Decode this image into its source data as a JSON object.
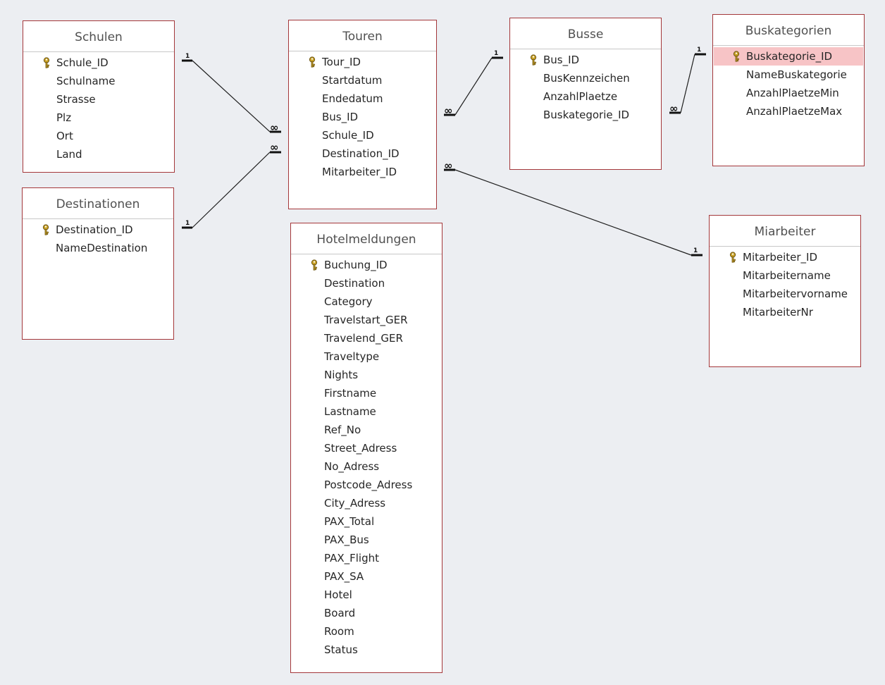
{
  "relation_markers": {
    "one": "1",
    "many": "∞"
  },
  "colors": {
    "canvas_background": "#eceef2",
    "table_border": "#a4373a",
    "selected_field": "#f7c4c6",
    "key_icon": "#c9a227"
  },
  "tables": [
    {
      "id": "schulen",
      "title": "Schulen",
      "fields": [
        {
          "name": "Schule_ID",
          "key": true
        },
        {
          "name": "Schulname"
        },
        {
          "name": "Strasse"
        },
        {
          "name": "Plz"
        },
        {
          "name": "Ort"
        },
        {
          "name": "Land"
        }
      ]
    },
    {
      "id": "destinationen",
      "title": "Destinationen",
      "fields": [
        {
          "name": "Destination_ID",
          "key": true
        },
        {
          "name": "NameDestination"
        }
      ]
    },
    {
      "id": "touren",
      "title": "Touren",
      "fields": [
        {
          "name": "Tour_ID",
          "key": true
        },
        {
          "name": "Startdatum"
        },
        {
          "name": "Endedatum"
        },
        {
          "name": "Bus_ID"
        },
        {
          "name": "Schule_ID"
        },
        {
          "name": "Destination_ID"
        },
        {
          "name": "Mitarbeiter_ID"
        }
      ]
    },
    {
      "id": "hotelmeldungen",
      "title": "Hotelmeldungen",
      "fields": [
        {
          "name": "Buchung_ID",
          "key": true
        },
        {
          "name": "Destination"
        },
        {
          "name": "Category"
        },
        {
          "name": "Travelstart_GER"
        },
        {
          "name": "Travelend_GER"
        },
        {
          "name": "Traveltype"
        },
        {
          "name": "Nights"
        },
        {
          "name": "Firstname"
        },
        {
          "name": "Lastname"
        },
        {
          "name": "Ref_No"
        },
        {
          "name": "Street_Adress"
        },
        {
          "name": "No_Adress"
        },
        {
          "name": "Postcode_Adress"
        },
        {
          "name": "City_Adress"
        },
        {
          "name": "PAX_Total"
        },
        {
          "name": "PAX_Bus"
        },
        {
          "name": "PAX_Flight"
        },
        {
          "name": "PAX_SA"
        },
        {
          "name": "Hotel"
        },
        {
          "name": "Board"
        },
        {
          "name": "Room"
        },
        {
          "name": "Status"
        }
      ]
    },
    {
      "id": "busse",
      "title": "Busse",
      "fields": [
        {
          "name": "Bus_ID",
          "key": true
        },
        {
          "name": "BusKennzeichen"
        },
        {
          "name": "AnzahlPlaetze"
        },
        {
          "name": "Buskategorie_ID"
        }
      ]
    },
    {
      "id": "buskategorien",
      "title": "Buskategorien",
      "fields": [
        {
          "name": "Buskategorie_ID",
          "key": true,
          "selected": true
        },
        {
          "name": "NameBuskategorie"
        },
        {
          "name": "AnzahlPlaetzeMin"
        },
        {
          "name": "AnzahlPlaetzeMax"
        }
      ]
    },
    {
      "id": "miarbeiter",
      "title": "Miarbeiter",
      "fields": [
        {
          "name": "Mitarbeiter_ID",
          "key": true
        },
        {
          "name": "Mitarbeitername"
        },
        {
          "name": "Mitarbeitervorname"
        },
        {
          "name": "MitarbeiterNr"
        }
      ]
    }
  ]
}
